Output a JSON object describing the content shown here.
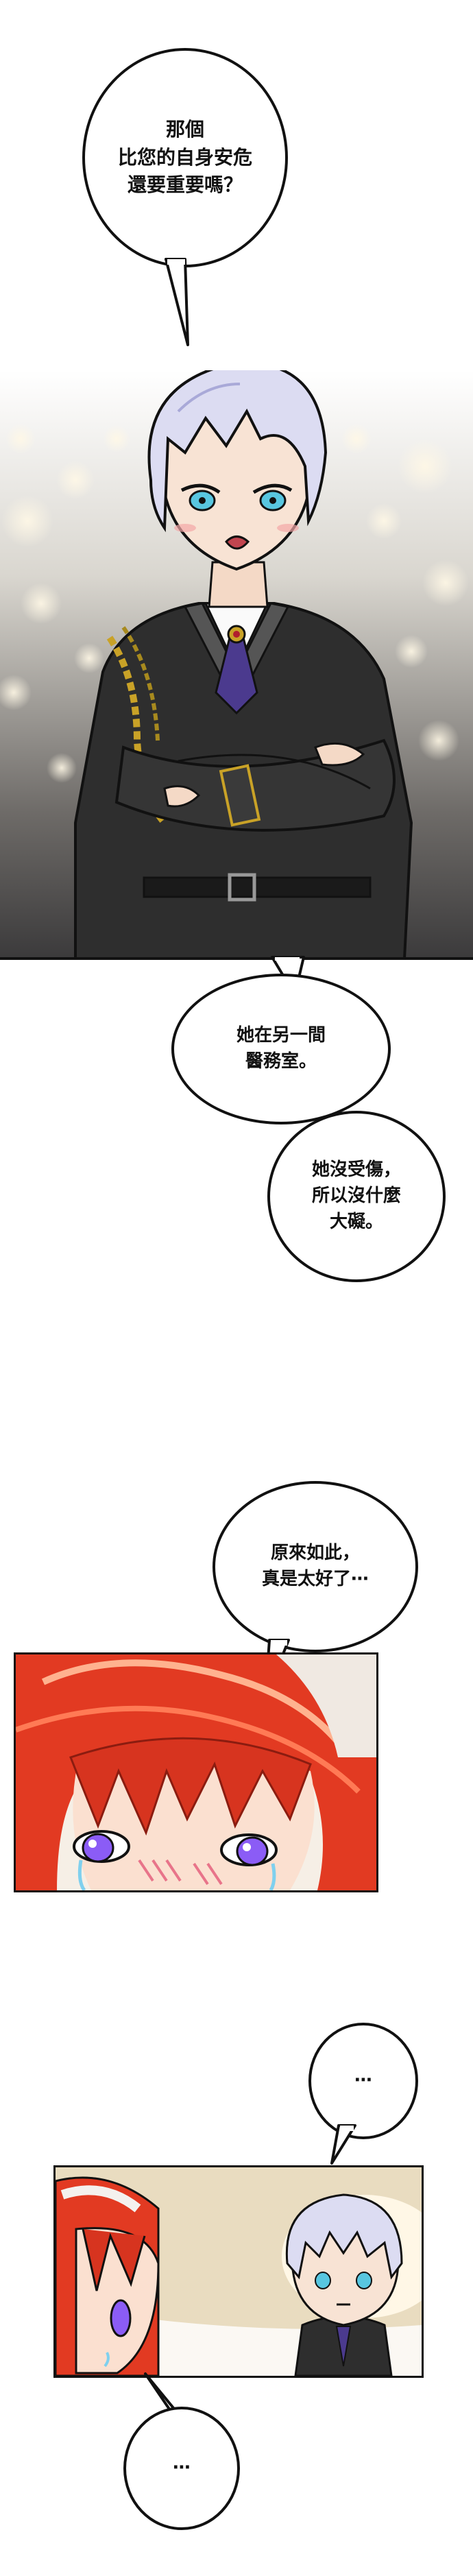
{
  "dialogue": {
    "b1": "那個\n比您的自身安危\n還要重要嗎？",
    "b2": "她在另一間\n醫務室。",
    "b3": "她沒受傷，\n所以沒什麼\n大礙。",
    "b4": "原來如此，\n真是太好了⋯",
    "b5": "⋯",
    "b6": "⋯"
  },
  "colors": {
    "outline": "#111111",
    "hair_silver": "#d8d8f0",
    "hair_red": "#e23a22",
    "eyes_violet": "#8b5cf6",
    "uniform_dark": "#2e2e2e",
    "gold_trim": "#c9a227"
  }
}
